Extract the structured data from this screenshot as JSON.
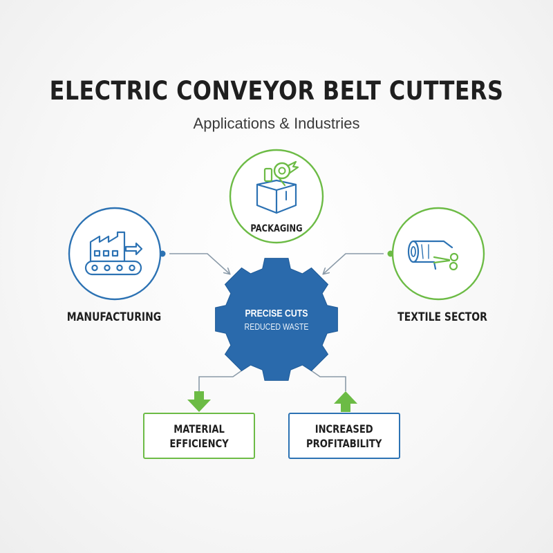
{
  "header": {
    "title": "ELECTRIC CONVEYOR BELT CUTTERS",
    "subtitle": "Applications & Industries"
  },
  "nodes": {
    "manufacturing": {
      "label": "MANUFACTURING",
      "icon": "factory-conveyor-icon"
    },
    "packaging": {
      "label": "PACKAGING",
      "icon": "box-tape-icon"
    },
    "textile": {
      "label": "TEXTILE SECTOR",
      "icon": "fabric-roll-scissors-icon"
    }
  },
  "center": {
    "line1": "PRECISE CUTS",
    "line2": "REDUCED WASTE",
    "icon": "gear-icon"
  },
  "outcomes": {
    "material": {
      "line1": "MATERIAL",
      "line2": "EFFICIENCY",
      "icon": "arrow-down-icon"
    },
    "profit": {
      "line1": "INCREASED",
      "line2": "PROFITABILITY",
      "icon": "arrow-up-icon"
    }
  },
  "colors": {
    "blue": "#2c72b3",
    "green": "#6cbb45",
    "gear": "#2a6aac",
    "connector": "#8a9aa8"
  }
}
